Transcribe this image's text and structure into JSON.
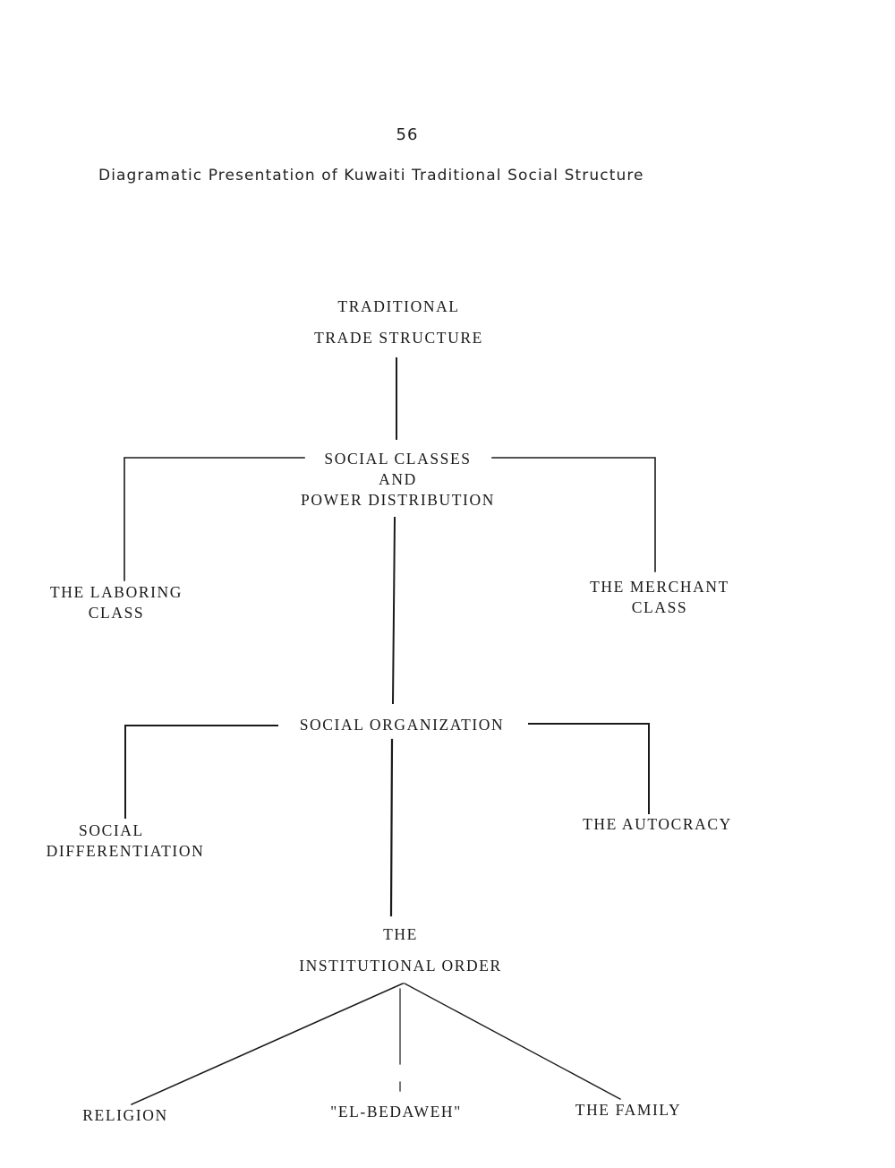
{
  "page": {
    "number": "56",
    "title": "Diagramatic Presentation of Kuwaiti Traditional Social Structure"
  },
  "nodes": {
    "trade_structure": {
      "line1": "TRADITIONAL",
      "line2": "TRADE STRUCTURE"
    },
    "social_classes": {
      "line1": "SOCIAL CLASSES",
      "line2": "AND",
      "line3": "POWER DISTRIBUTION"
    },
    "laboring_class": {
      "line1": "THE LABORING",
      "line2": "CLASS"
    },
    "merchant_class": {
      "line1": "THE MERCHANT",
      "line2": "CLASS"
    },
    "social_organization": {
      "line1": "SOCIAL ORGANIZATION"
    },
    "social_differentiation": {
      "line1": "SOCIAL",
      "line2": "DIFFERENTIATION"
    },
    "autocracy": {
      "line1": "THE AUTOCRACY"
    },
    "institutional_order": {
      "line1": "THE",
      "line2": "INSTITUTIONAL ORDER"
    },
    "religion": {
      "line1": "RELIGION"
    },
    "el_bedaweh": {
      "line1": "\"EL-BEDAWEH\""
    },
    "family": {
      "line1": "THE FAMILY"
    }
  }
}
